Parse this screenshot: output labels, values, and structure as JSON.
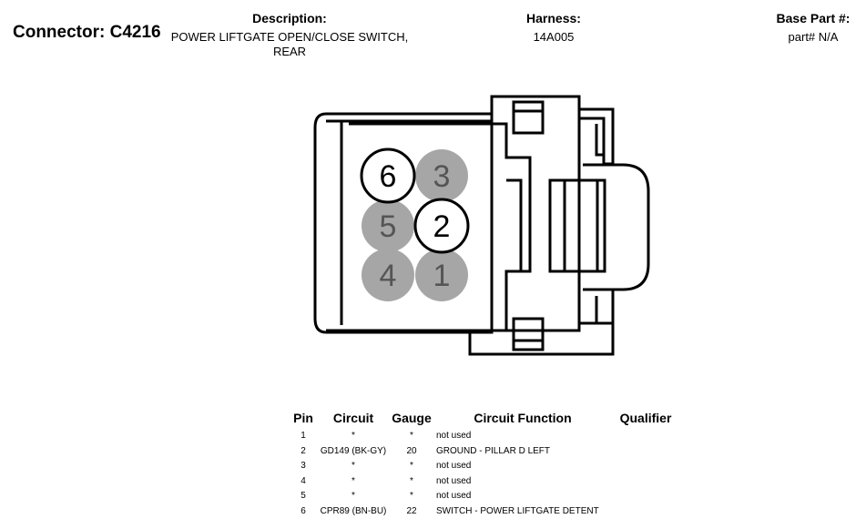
{
  "header": {
    "connector": "Connector: C4216",
    "description_label": "Description:",
    "description_line1": "POWER LIFTGATE OPEN/CLOSE SWITCH,",
    "description_line2": "REAR",
    "harness_label": "Harness:",
    "harness_value": "14A005",
    "base_part_label": "Base Part #:",
    "base_part_value": "part# N/A"
  },
  "diagram": {
    "cavities": [
      {
        "pin": "6",
        "state": "used"
      },
      {
        "pin": "3",
        "state": "unused"
      },
      {
        "pin": "5",
        "state": "unused"
      },
      {
        "pin": "2",
        "state": "used"
      },
      {
        "pin": "4",
        "state": "unused"
      },
      {
        "pin": "1",
        "state": "unused"
      }
    ],
    "colors": {
      "used_fill": "#ffffff",
      "unused_fill": "#a6a6a6",
      "used_text": "#000000",
      "unused_text": "#555555"
    }
  },
  "table": {
    "headers": {
      "pin": "Pin",
      "circuit": "Circuit",
      "gauge": "Gauge",
      "function": "Circuit Function",
      "qualifier": "Qualifier"
    },
    "rows": [
      {
        "pin": "1",
        "circuit": "*",
        "gauge": "*",
        "function": "not used",
        "qualifier": ""
      },
      {
        "pin": "2",
        "circuit": "GD149 (BK-GY)",
        "gauge": "20",
        "function": "GROUND - PILLAR D LEFT",
        "qualifier": ""
      },
      {
        "pin": "3",
        "circuit": "*",
        "gauge": "*",
        "function": "not used",
        "qualifier": ""
      },
      {
        "pin": "4",
        "circuit": "*",
        "gauge": "*",
        "function": "not used",
        "qualifier": ""
      },
      {
        "pin": "5",
        "circuit": "*",
        "gauge": "*",
        "function": "not used",
        "qualifier": ""
      },
      {
        "pin": "6",
        "circuit": "CPR89 (BN-BU)",
        "gauge": "22",
        "function": "SWITCH - POWER LIFTGATE DETENT",
        "qualifier": ""
      }
    ]
  }
}
